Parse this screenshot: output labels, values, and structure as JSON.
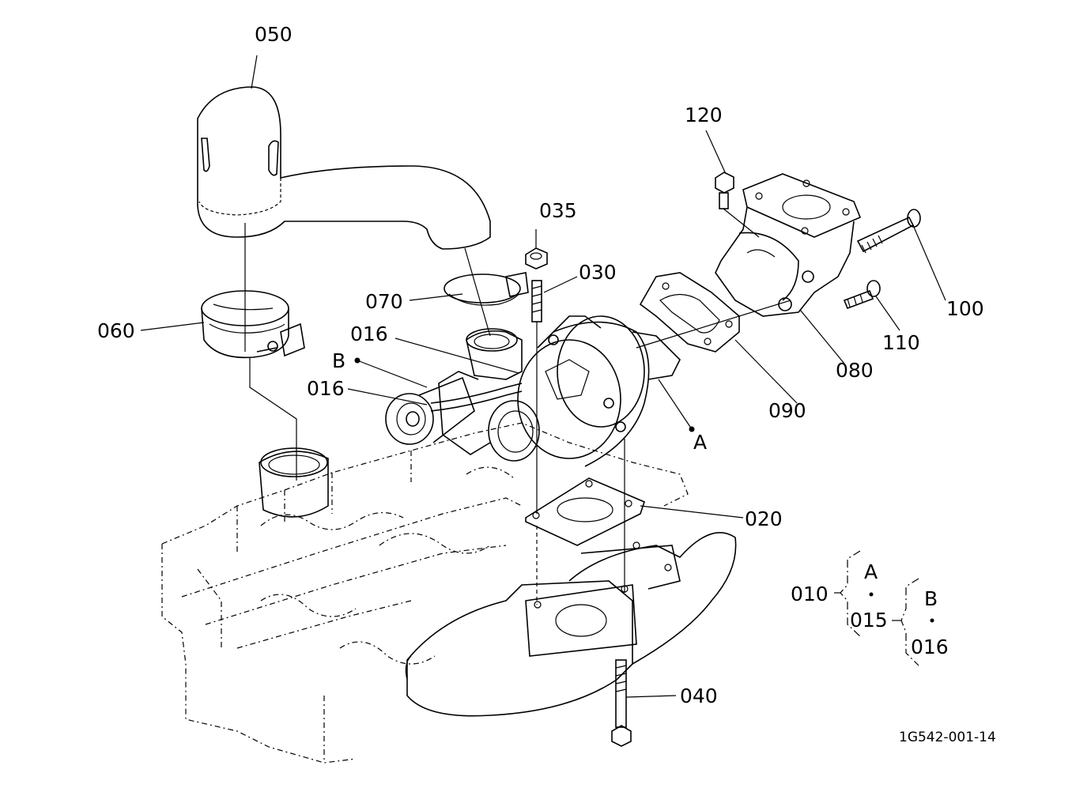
{
  "labels": {
    "p050": "050",
    "p060": "060",
    "p070": "070",
    "p016_upper": "016",
    "p016_lower": "016",
    "ref_b": "B",
    "p035": "035",
    "p030": "030",
    "p120": "120",
    "p100": "100",
    "p110": "110",
    "p080": "080",
    "p090": "090",
    "ref_a": "A",
    "p020": "020",
    "p040": "040"
  },
  "legend": {
    "p010": "010",
    "ref_a": "A",
    "p015": "015",
    "ref_b": "B",
    "p016": "016"
  },
  "footer_code": "1G542-001-14"
}
